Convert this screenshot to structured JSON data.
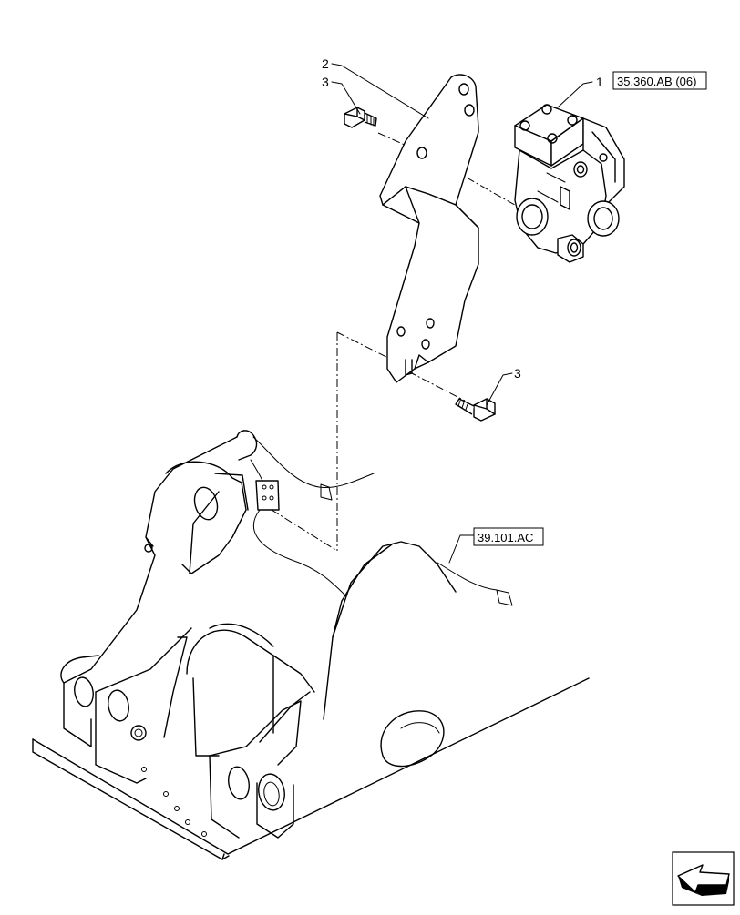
{
  "callouts": {
    "item1": "1",
    "item2": "2",
    "item3_upper": "3",
    "item3_lower": "3"
  },
  "references": {
    "valve_ref": "35.360.AB (06)",
    "harness_ref": "39.101.AC"
  },
  "icons": {
    "direction": "direction-arrow-icon"
  },
  "colors": {
    "line": "#000000",
    "background": "#ffffff"
  }
}
